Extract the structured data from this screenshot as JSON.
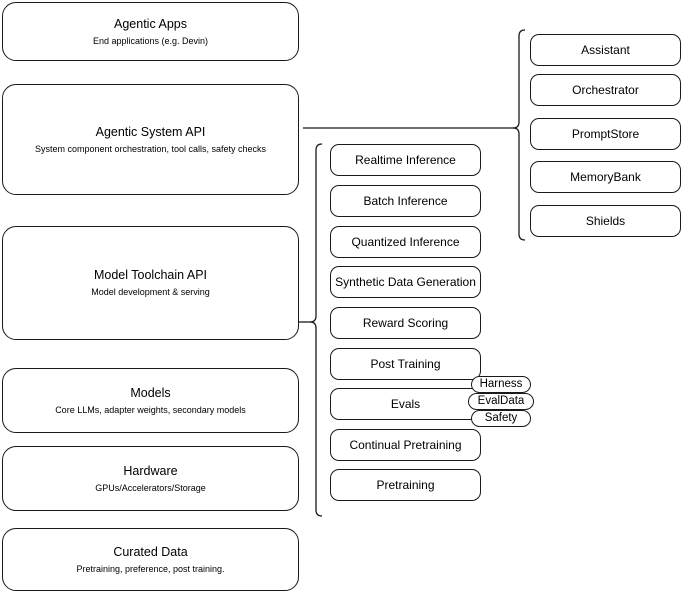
{
  "diagram": {
    "title": "AI stack layered architecture diagram",
    "stroke_color": "#1a1a1a",
    "background_color": "#ffffff"
  },
  "stack": {
    "items": [
      {
        "title": "Agentic Apps",
        "subtitle": "End applications (e.g. Devin)"
      },
      {
        "title": "Agentic System API",
        "subtitle": "System component orchestration, tool calls, safety checks"
      },
      {
        "title": "Model Toolchain API",
        "subtitle": "Model development & serving"
      },
      {
        "title": "Models",
        "subtitle": "Core LLMs, adapter weights, secondary models"
      },
      {
        "title": "Hardware",
        "subtitle": "GPUs/Accelerators/Storage"
      },
      {
        "title": "Curated Data",
        "subtitle": "Pretraining, preference, post training."
      }
    ]
  },
  "toolchain_components": {
    "items": [
      {
        "title": "Realtime Inference"
      },
      {
        "title": "Batch Inference"
      },
      {
        "title": "Quantized Inference"
      },
      {
        "title": "Synthetic Data Generation"
      },
      {
        "title": "Reward Scoring"
      },
      {
        "title": "Post Training"
      },
      {
        "title": "Evals"
      },
      {
        "title": "Continual Pretraining"
      },
      {
        "title": "Pretraining"
      }
    ]
  },
  "evals_subcomponents": {
    "items": [
      {
        "title": "Harness"
      },
      {
        "title": "EvalData"
      },
      {
        "title": "Safety"
      }
    ]
  },
  "agentic_components": {
    "items": [
      {
        "title": "Assistant"
      },
      {
        "title": "Orchestrator"
      },
      {
        "title": "PromptStore"
      },
      {
        "title": "MemoryBank"
      },
      {
        "title": "Shields"
      }
    ]
  }
}
